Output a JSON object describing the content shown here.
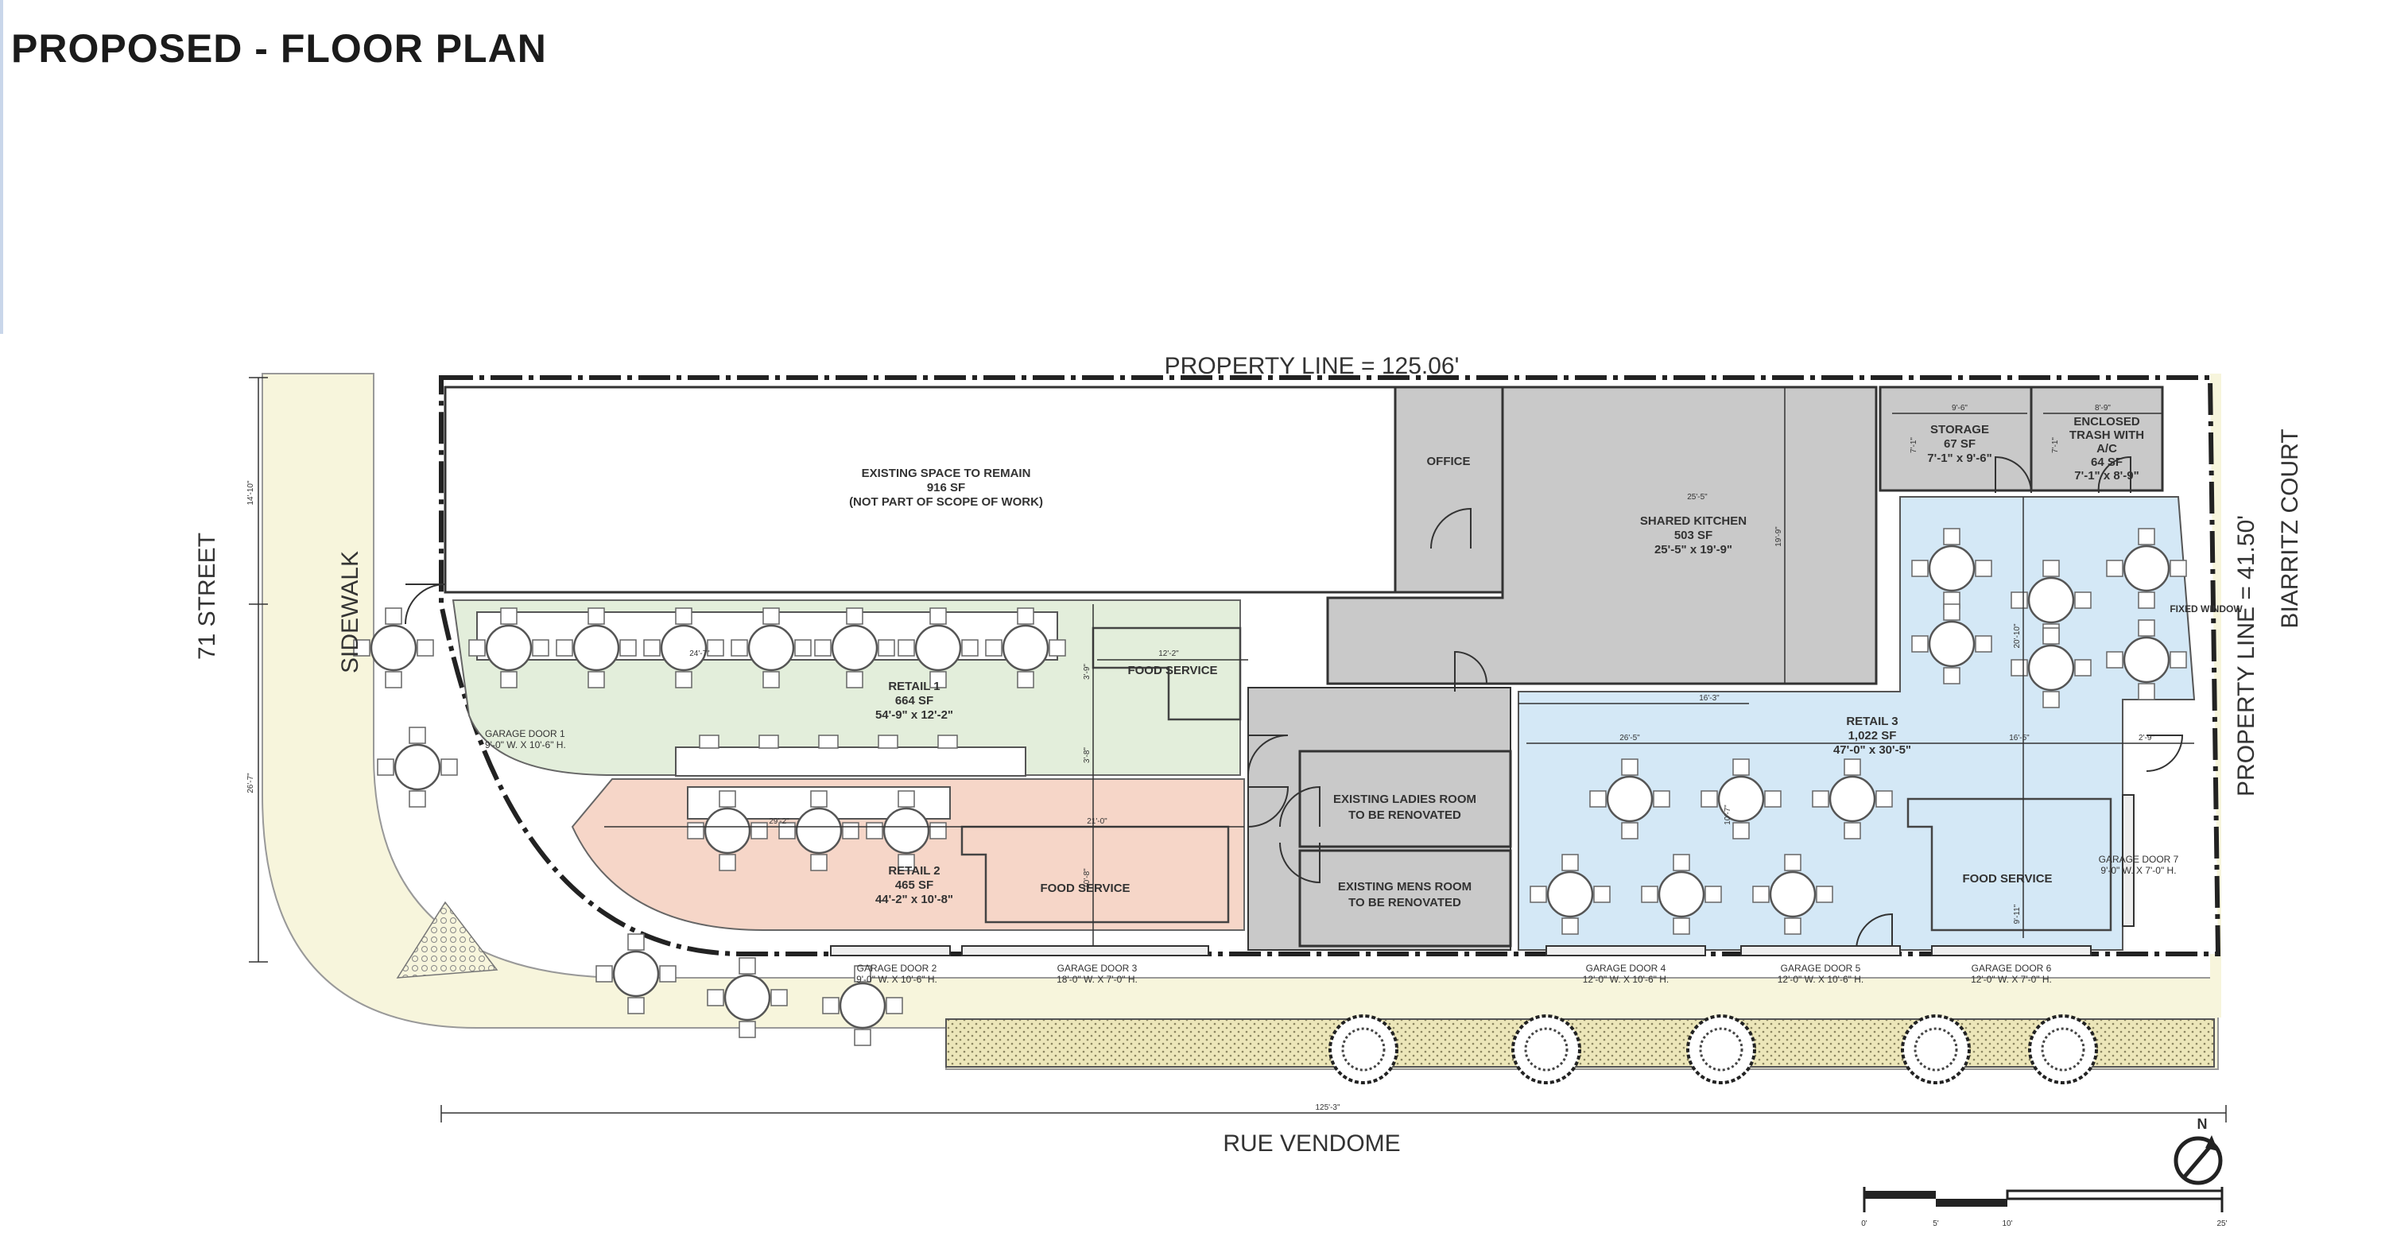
{
  "title": "PROPOSED - FLOOR PLAN",
  "streets": {
    "north_property_line": "PROPERTY LINE = 125.06'",
    "west": "71 STREET",
    "sidewalk": "SIDEWALK",
    "south": "RUE VENDOME",
    "east": "BIARRITZ COURT",
    "east_property_line": "PROPERTY LINE = 41.50'"
  },
  "rooms": {
    "existing": {
      "line1": "EXISTING SPACE TO REMAIN",
      "line2": "916 SF",
      "line3": "(NOT PART OF SCOPE OF WORK)"
    },
    "office": "OFFICE",
    "shared_kitchen": {
      "name": "SHARED KITCHEN",
      "area": "503 SF",
      "dims": "25'-5\" x 19'-9\""
    },
    "storage": {
      "name": "STORAGE",
      "area": "67 SF",
      "dims": "7'-1\" x 9'-6\""
    },
    "trash": {
      "line1": "ENCLOSED",
      "line2": "TRASH WITH",
      "line3": "A/C",
      "area": "64 SF",
      "dims": "7'-1\" x 8'-9\""
    },
    "retail1": {
      "name": "RETAIL 1",
      "area": "664 SF",
      "dims": "54'-9\" x 12'-2\""
    },
    "retail2": {
      "name": "RETAIL 2",
      "area": "465 SF",
      "dims": "44'-2\" x 10'-8\""
    },
    "retail3": {
      "name": "RETAIL 3",
      "area": "1,022 SF",
      "dims": "47'-0\" x 30'-5\""
    },
    "food_service": "FOOD SERVICE",
    "ladies": {
      "line1": "EXISTING LADIES ROOM",
      "line2": "TO BE RENOVATED"
    },
    "mens": {
      "line1": "EXISTING MENS ROOM",
      "line2": "TO BE RENOVATED"
    },
    "fixed_window": "FIXED WINDOW"
  },
  "garage_doors": {
    "d1": {
      "name": "GARAGE DOOR 1",
      "size": "9'-0\" W. X 10'-6\" H."
    },
    "d2": {
      "name": "GARAGE DOOR 2",
      "size": "9'-0\" W. X 10'-6\" H."
    },
    "d3": {
      "name": "GARAGE DOOR 3",
      "size": "18'-0\" W. X 7'-0\" H."
    },
    "d4": {
      "name": "GARAGE DOOR 4",
      "size": "12'-0\" W. X 10'-6\" H."
    },
    "d5": {
      "name": "GARAGE DOOR 5",
      "size": "12'-0\" W. X 10'-6\" H."
    },
    "d6": {
      "name": "GARAGE DOOR 6",
      "size": "12'-0\" W. X 7'-0\" H."
    },
    "d7": {
      "name": "GARAGE DOOR 7",
      "size": "9'-0\" W. X 7'-0\" H."
    }
  },
  "dimensions": {
    "overall": "125'-3\"",
    "west_upper": "14'-10\"",
    "west_lower": "26'-7\"",
    "r1_width": "24'-7\"",
    "fs1": "12'-2\"",
    "r2_width": "29'-2\"",
    "r2_fs": "21'-0\"",
    "kitchen_w": "25'-5\"",
    "kitchen_h": "19'-9\"",
    "storage_w": "9'-6\"",
    "trash_w": "8'-9\"",
    "storage_h": "7'-1\"",
    "trash_h": "7'-1\"",
    "r3_w1": "26'-5\"",
    "r3_w2": "16'-3\"",
    "r3_w3": "2'-9\"",
    "r3_w4": "16'-5\"",
    "r3_h1": "20'-10\"",
    "r3_h2": "10'-7\"",
    "r3_h3": "9'-11\"",
    "r1_h": "3'-9\"",
    "r2_h": "10'-8\"",
    "fs1_h": "3'-8\""
  },
  "north": "N",
  "scale_bar": {
    "labels": [
      "0'",
      "5'",
      "10'",
      "25'"
    ]
  },
  "colors": {
    "sidewalk": "#f7f5dc",
    "retail1": "#e3eedb",
    "retail2": "#f6d6c8",
    "retail3": "#d4e8f6",
    "existing": "#c9c9c9",
    "planter": "#ece6b9"
  }
}
